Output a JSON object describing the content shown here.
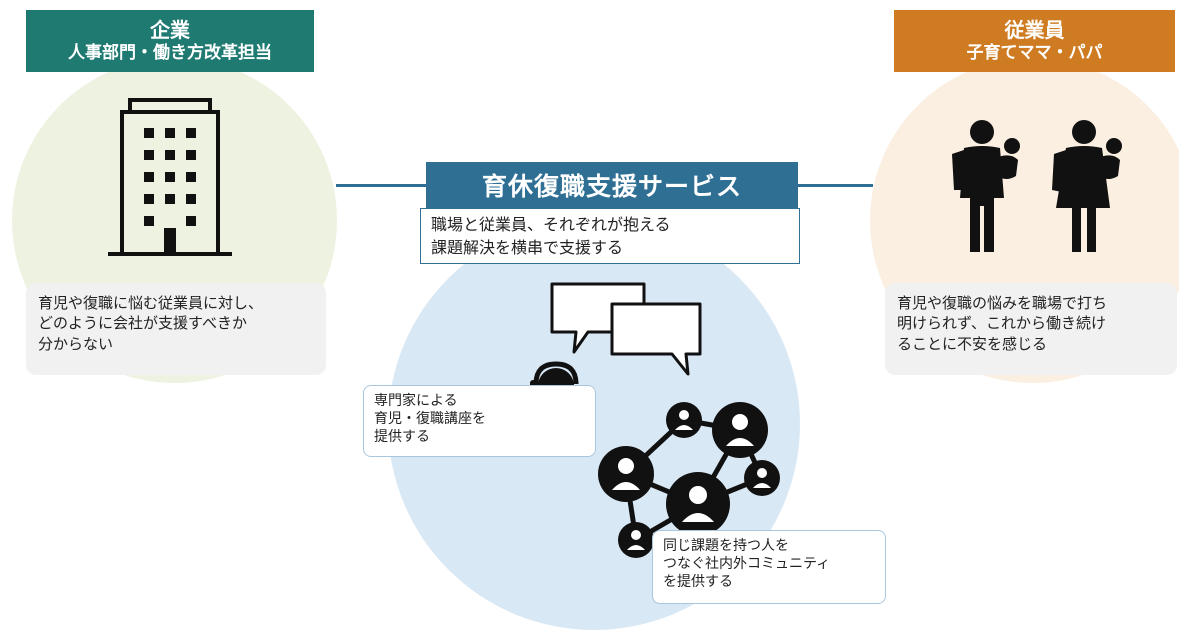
{
  "company": {
    "title": "企業",
    "subtitle": "人事部門・働き方改革担当",
    "icon": "office-building-icon",
    "color": "#1f7a72",
    "problem_lines": [
      "育児や復職に悩む従業員に対し、",
      "どのように会社が支援すべきか",
      "分からない"
    ]
  },
  "employee": {
    "title": "従業員",
    "subtitle": "子育てママ・パパ",
    "icon": "parents-with-children-icon",
    "color": "#cf7b22",
    "problem_lines": [
      "育児や復職の悩みを職場で打ち",
      "明けられず、これから働き続け",
      "ることに不安を感じる"
    ]
  },
  "service": {
    "title": "育休復職支援サービス",
    "color": "#2e6f93",
    "description_lines": [
      "職場と従業員、それぞれが抱える",
      "課題解決を横串で支援する"
    ]
  },
  "features": {
    "expert": {
      "icon": "headset-operator-icon",
      "lines": [
        "専門家による",
        "育児・復職講座を",
        "提供する"
      ]
    },
    "community": {
      "icon": "people-network-icon",
      "lines": [
        "同じ課題を持つ人を",
        "つなぐ社内外コミュニティ",
        "を提供する"
      ]
    },
    "chat_icon": "speech-bubbles-icon"
  }
}
